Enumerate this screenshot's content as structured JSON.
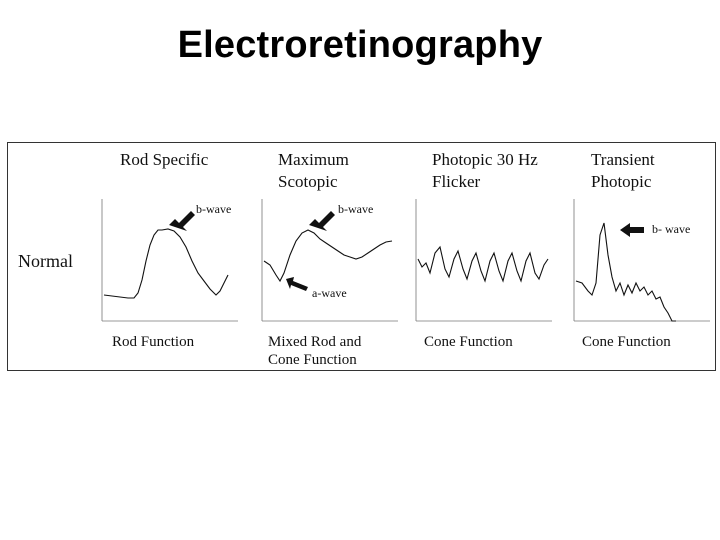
{
  "slide": {
    "title": "Electroretinography"
  },
  "figure": {
    "row_label": "Normal",
    "panels": [
      {
        "title": "Rod Specific",
        "caption": "Rod Function",
        "annotations": [
          "b-wave"
        ]
      },
      {
        "title": "Maximum\nScotopic",
        "caption": "Mixed Rod and\nCone Function",
        "annotations": [
          "b-wave",
          "a-wave"
        ]
      },
      {
        "title": "Photopic 30 Hz\nFlicker",
        "caption": "Cone Function",
        "annotations": []
      },
      {
        "title": "Transient\nPhotopic",
        "caption": "Cone Function",
        "annotations": [
          "b- wave"
        ]
      }
    ]
  }
}
